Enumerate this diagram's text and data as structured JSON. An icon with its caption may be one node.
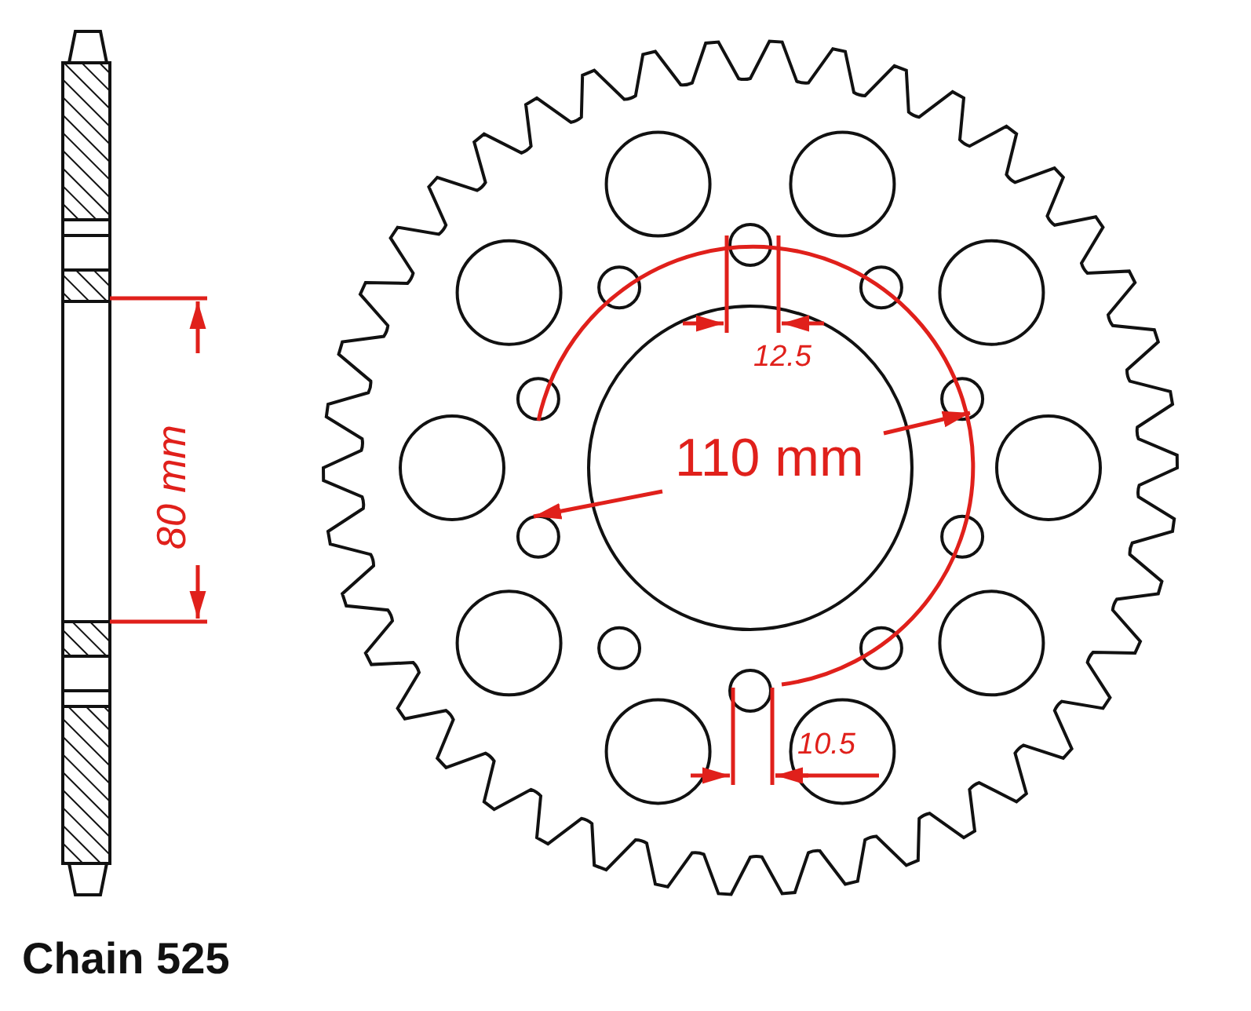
{
  "diagram": {
    "labels": [
      "80 mm",
      "12.5",
      "110 mm",
      "10.5",
      "Chain 525"
    ]
  }
}
